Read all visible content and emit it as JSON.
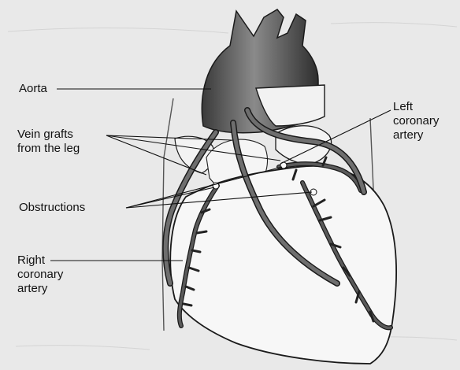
{
  "labels": {
    "aorta": "Aorta",
    "vein_grafts": "Vein grafts\nfrom the leg",
    "obstructions": "Obstructions",
    "right_coronary": "Right\ncoronary\nartery",
    "left_coronary": "Left\ncoronary\nartery"
  },
  "colors": {
    "background": "#e9e9e9",
    "vessel": "#4a4a4a",
    "outline": "#1a1a1a",
    "tissue": "#f7f7f7"
  }
}
